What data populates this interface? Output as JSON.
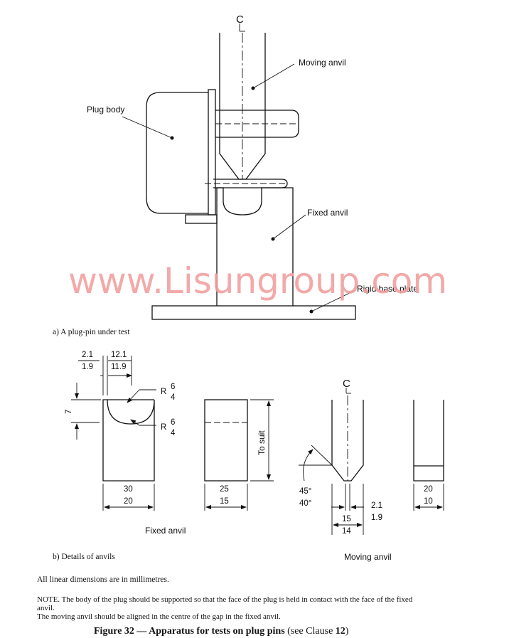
{
  "labels": {
    "cl_top": "C",
    "cl_bottom": "C",
    "moving_anvil": "Moving anvil",
    "plug_body": "Plug body",
    "fixed_anvil": "Fixed anvil",
    "rigid_base_plate": "Rigid base plate",
    "sub_a": "a) A plug-pin under test",
    "sub_b": "b) Details of anvils",
    "fixed_anvil_caption": "Fixed anvil",
    "moving_anvil_caption": "Moving anvil",
    "to_suit": "To suit"
  },
  "watermark": "www.Lisungroup.com",
  "dimensions": {
    "d1_top": "2.1",
    "d1_bot": "1.9",
    "d2_top": "12.1",
    "d2_bot": "11.9",
    "depth": "7",
    "r1_letter": "R",
    "r1_sup": "6",
    "r1_sub": "4",
    "r2_letter": "R",
    "r2_sup": "6",
    "r2_sub": "4",
    "w1_top": "30",
    "w1_bot": "20",
    "w2_top": "25",
    "w2_bot": "15",
    "angle_top": "45°",
    "angle_bot": "40°",
    "tip_top": "2.1",
    "tip_bot": "1.9",
    "w3_top": "15",
    "w3_bot": "14",
    "w4_top": "20",
    "w4_bot": "10"
  },
  "notes": {
    "units": "All linear dimensions are in millimetres.",
    "note1": "NOTE. The body of the plug should be supported so that the face of the plug is held in contact with the face of the fixed",
    "note1b": "anvil.",
    "note2": "The moving anvil should be aligned in the centre of the gap in the fixed anvil."
  },
  "figure": {
    "title": "Figure 32 — Apparatus for tests on plug pins",
    "ref_prefix": "(see Clause ",
    "ref_num": "12",
    "ref_suffix": ")"
  }
}
